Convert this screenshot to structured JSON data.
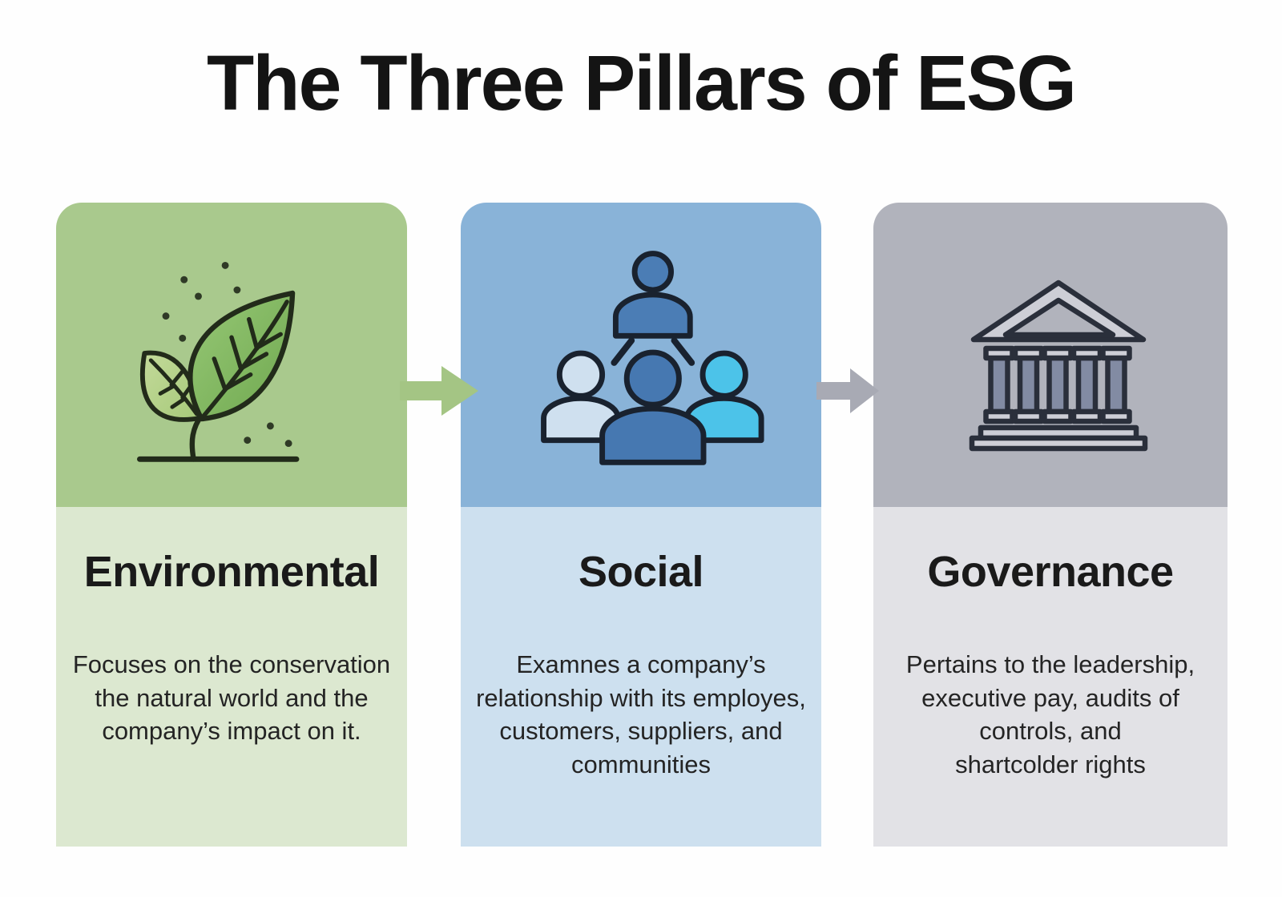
{
  "title": "The Three Pillars of ESG",
  "cards": [
    {
      "label": "Environmental",
      "description": "Focuses on the conservation\nthe natural world and the\ncompany’s impact on it.",
      "icon": "leaf-sprout-icon",
      "header_color": "#a9c98d",
      "body_color": "#dce8d0"
    },
    {
      "label": "Social",
      "description": "Examnes a company’s\nrelationship with its employes,\ncustomers, suppliers, and\ncommunities",
      "icon": "people-group-icon",
      "header_color": "#89b3d8",
      "body_color": "#cde0ef"
    },
    {
      "label": "Governance",
      "description": "Pertains to the leadership,\nexecutive pay, audits of\ncontrols, and\nshartcolder rights",
      "icon": "bank-building-icon",
      "header_color": "#b1b3bc",
      "body_color": "#e2e2e6"
    }
  ],
  "arrows": [
    {
      "name": "arrow-environmental-to-social",
      "direction": "right",
      "color": "#a4c584"
    },
    {
      "name": "arrow-social-to-governance",
      "direction": "right",
      "color": "#a8aab4"
    }
  ],
  "icon_colors": {
    "leaf_dark_green": "#79b058",
    "leaf_light_green": "#b5d38b",
    "leaf_outline": "#222b1a",
    "person_blue": "#4b7db5",
    "person_light_blue": "#cfe0ef",
    "person_cyan": "#4cc3e9",
    "person_outline": "#19222f",
    "building_outline": "#2a2f3b",
    "building_column_fill": "#828ba3",
    "building_light_fill": "#cdced6"
  }
}
